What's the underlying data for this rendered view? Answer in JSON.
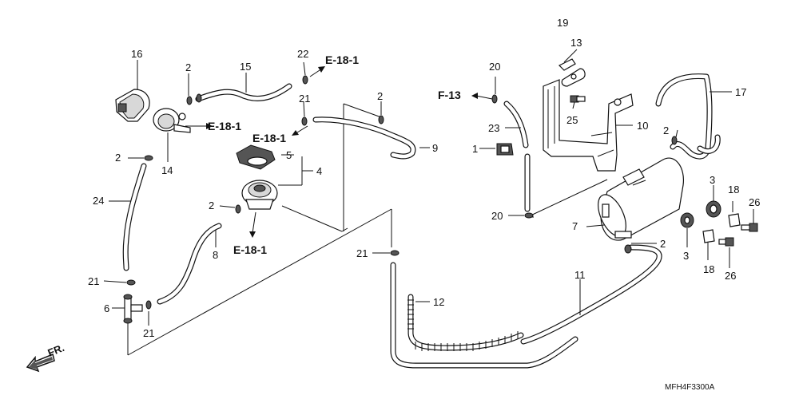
{
  "diagram": {
    "code": "MFH4F3300A",
    "front_label": "FR.",
    "part_numbers": {
      "p1": "1",
      "p2": "2",
      "p3": "3",
      "p4": "4",
      "p5": "5",
      "p6": "6",
      "p7": "7",
      "p8": "8",
      "p9": "9",
      "p10": "10",
      "p11": "11",
      "p12": "12",
      "p13": "13",
      "p14": "14",
      "p15": "15",
      "p16": "16",
      "p17": "17",
      "p18": "18",
      "p19": "19",
      "p20": "20",
      "p21": "21",
      "p22": "22",
      "p23": "23",
      "p24": "24",
      "p25": "25",
      "p26": "26"
    },
    "refs": {
      "e18": "E-18-1",
      "f13": "F-13"
    }
  }
}
